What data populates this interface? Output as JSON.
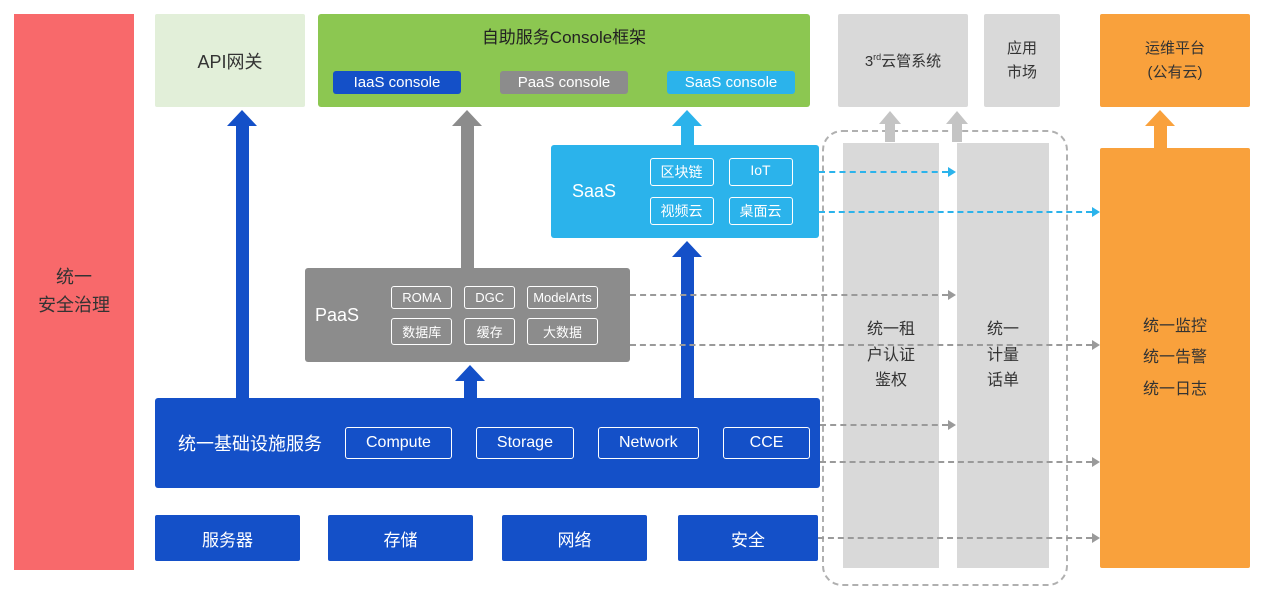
{
  "security_bar": {
    "label": "统一\n安全治理"
  },
  "api_gateway": {
    "label": "API网关"
  },
  "console_framework": {
    "title": "自助服务Console框架",
    "iaas_console": "IaaS console",
    "paas_console": "PaaS console",
    "saas_console": "SaaS console"
  },
  "third_party_cms": {
    "base": "3",
    "sup": "rd",
    "rest": "云管系统"
  },
  "app_market": {
    "label": "应用\n市场"
  },
  "om_platform": {
    "label": "运维平台\n(公有云)"
  },
  "saas": {
    "label": "SaaS",
    "items": [
      "区块链",
      "IoT",
      "视频云",
      "桌面云"
    ]
  },
  "paas": {
    "label": "PaaS",
    "items": [
      "ROMA",
      "DGC",
      "ModelArts",
      "数据库",
      "缓存",
      "大数据"
    ]
  },
  "infrastructure": {
    "label": "统一基础设施服务",
    "items": [
      "Compute",
      "Storage",
      "Network",
      "CCE"
    ]
  },
  "resource_row": {
    "items": [
      "服务器",
      "存储",
      "网络",
      "安全"
    ]
  },
  "right_panel": {
    "tenant_auth": "统一租\n户认证\n鉴权",
    "metering": "统一\n计量\n话单",
    "monitoring": "统一监控\n统一告警\n统一日志"
  },
  "colors": {
    "red": "#F8696B",
    "light_green": "#E2EFD9",
    "green": "#8CC751",
    "blue": "#1450C8",
    "cyan": "#2BB3EB",
    "dark_gray": "#8C8C8C",
    "light_gray": "#D9D9D9",
    "orange": "#F9A13C"
  }
}
